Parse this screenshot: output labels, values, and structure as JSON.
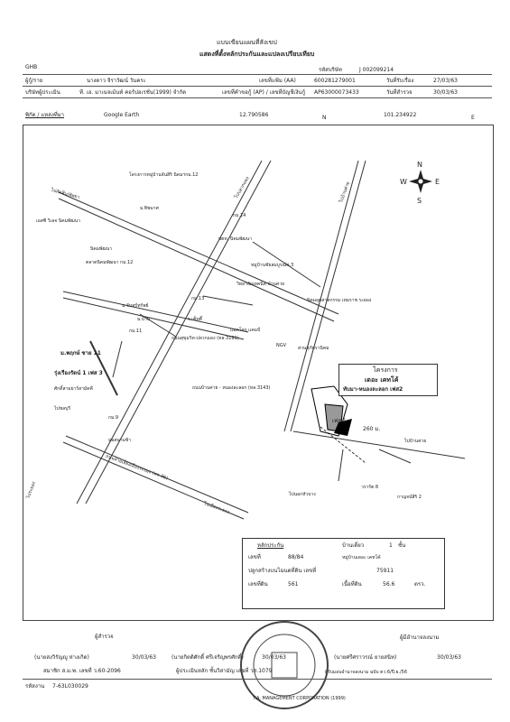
{
  "header": {
    "code_ghb": "GHB",
    "title": "แบบเขียนแผนที่สังเขป",
    "subtitle": "แสดงที่ตั้งหลักประกันและแปลงเปรียบเทียบ",
    "ref_label": "รหัสบริษัท",
    "ref_value": "J 002099214"
  },
  "form": {
    "borrower_label": "ผู้กู้/ราย",
    "borrower_value": "นางดาว จิราวัฒน์ วันคระ",
    "account_label": "เลขที่แฟ้ม (AA)",
    "account_value": "600281279001",
    "date_recv_label": "วันที่รับเรื่อง",
    "date_recv_value": "27/03/63",
    "company_label": "บริษัทผู้ประเมิน",
    "company_value": "ที. เอ. มาเนจเม้นท์ คอร์ปอเรชั่น(1999) จำกัด",
    "ap_label": "เลขที่คำขอกู้ (AP) / เลขที่บัญชีเงินกู้",
    "ap_value": "AP63000073433",
    "date_survey_label": "วันที่สำรวจ",
    "date_survey_value": "30/03/63",
    "location_label": "พิกัด / แหล่งที่มา",
    "location_source": "Google Earth",
    "lat_value": "12.790586",
    "lat_dir": "N",
    "lon_value": "101.234922",
    "lon_dir": "E"
  },
  "map": {
    "compass": {
      "n": "N",
      "s": "S",
      "e": "E",
      "w": "W"
    },
    "labels": {
      "project_top": "โครงการหมู่บ้านจันสิริ นิคมฯกม.12",
      "to_pluakdaeng": "ไปปลวกแดง",
      "to_bankhai": "ไปบ้านค่าย",
      "to_ban_chang": "ไปสัตหีบ/พัทยา",
      "kasikorn": "ธนาคาร",
      "ptt": "ปตท. นิคมพัฒนา",
      "school": "วิทยาลัยเทคนิค บ้านค่าย",
      "village": "หมู่บ้านชัยสมบูรณ์ซ.3",
      "industrial": "นิคมอุตสาหกรรม เหมราช ระยอง",
      "nikom_market": "ตลาดนิคมพัฒนา กม.12",
      "km14": "กม.14",
      "km13": "กม.13",
      "km11": "กม.11",
      "km9": "กม.9",
      "cp_mall": "ม.จันทร์ทรัพย์",
      "mu": "ม.บ้าน",
      "seven": "ร.เซ็ทตี้",
      "sukhumvit_road": "ถนนสุขุมวิท-ปลวกแดง (ทล.3191)",
      "bandit": "แมคโคร แคมป์",
      "pruksa": "ม.พฤกษ์ ซาย 11",
      "rung": "รุ่งเรืองรัตน์ 1 เฟส 3",
      "sak": "ศักดิ์สามยาร์สามัคคี",
      "to_chonburi": "ไปชลบุรี",
      "nikom_kept": "กม.9",
      "market": "มอสนามช้า",
      "road_bottom": "ถนนสายเลี่ยงเมืองระยอง (ทล.36)",
      "to_rayong": "ไปเมืองระยอง",
      "to_chon2": "ไประยอง",
      "ngv": "NGV",
      "park": "สวนสุภัทรานิคม",
      "road_3143": "ถนนบ้านค่าย - หนองละลอก (ทล.3143)",
      "phase1": "เฟส 1",
      "dist": "260 ม.",
      "to_bankhai2": "ไปบ้านค่าย",
      "to_nong": "ไปนอกหัวบาง",
      "wararat": "วรารัต 8",
      "kanyachit": "กาญจน์สิริ 2",
      "nikom_phatthana": "นิคมพัฒนา",
      "bangkok_bank": "เอสซี วิเลจ นิคมพัฒนา",
      "to_nikom": "ม.ทิพมาศ"
    },
    "project_box": {
      "line1": "โครงการ",
      "line2": "เดอะ เคทโค้",
      "line3": "ทับมา-หนองละลอก เฟส2"
    }
  },
  "property_box": {
    "title": "หลักประกัน",
    "type_label": "บ้านเดี่ยว",
    "floors": "1",
    "floor_unit": "ชั้น",
    "no_label": "เลขที่",
    "no_value": "88/84",
    "project_label": "หมู่บ้านเดอะ เคทโค้",
    "deed_label": "ปลูกสร้างบนโฉนดที่ดิน เลขที่",
    "deed_value": "75911",
    "land_no_label": "เลขที่ดิน",
    "land_no_value": "561",
    "area_label": "เนื้อที่ดิน",
    "area_value": "56.6",
    "area_unit": "ตรว."
  },
  "signatures": {
    "surveyor_title": "ผู้สำรวจ",
    "surveyor_name": "(นายสงวิรัญญู ห่างเกิด)",
    "surveyor_date": "30/03/63",
    "surveyor_member": "สมาชิก ส.ม.พ. เลขที่ ว.60-2096",
    "appraiser_name": "(นายกิตติศักดิ์ ศรีเจริญพรศักดิ์)",
    "appraiser_date": "30/03/63",
    "appraiser_title": "ผู้ประเมินหลัก ชั้นวิสามัญ เลขที่ วส.1079",
    "approver_title": "ผู้มีอำนาจลงนาม",
    "approver_name": "(นายศรีศราวรณ์ ยายสนิท)",
    "approver_date": "30/03/63",
    "approver_role": "ผู้รับมอบอำนาจลงนาม ฉบับ ตว.6/ปี.ย./56",
    "seal_text": "T.A. MANAGEMENT CORPORATION (1999)",
    "code_label": "รหัสงาน",
    "code_value": "7-63L030029"
  }
}
